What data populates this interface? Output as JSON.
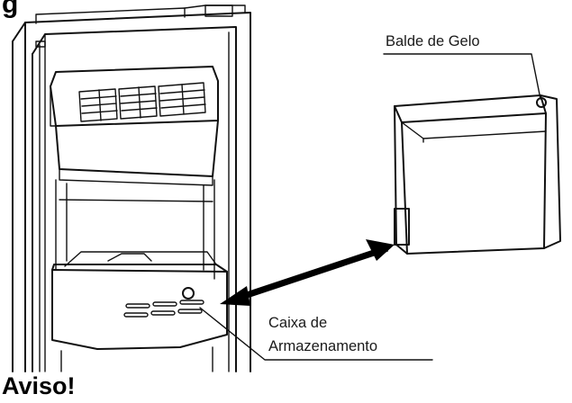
{
  "header": {
    "partial_text": "g"
  },
  "callouts": {
    "ice_bucket": "Balde de Gelo",
    "storage_line1": "Caixa de",
    "storage_line2": "Armazenamento"
  },
  "warning": {
    "title": "Aviso!"
  }
}
